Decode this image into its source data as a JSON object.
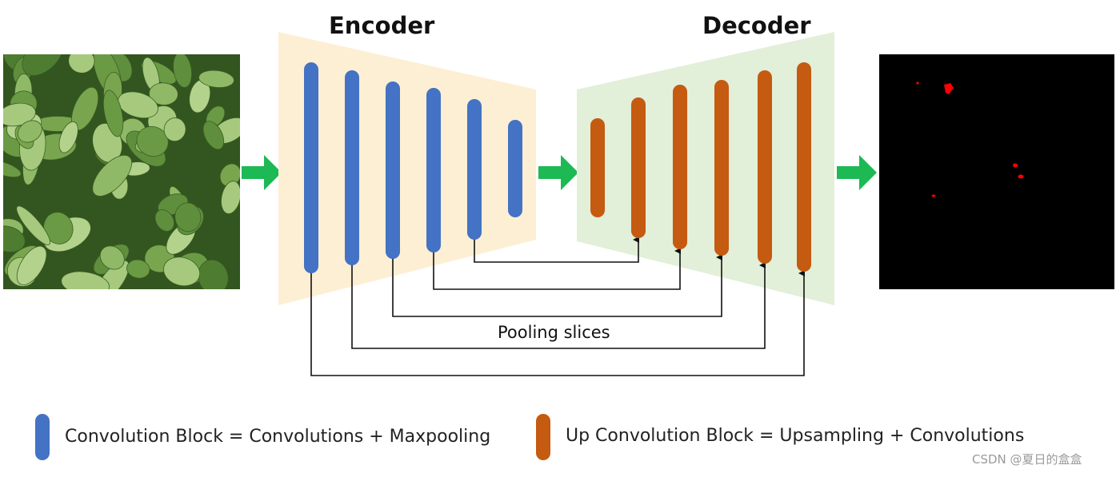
{
  "titles": {
    "encoder": "Encoder",
    "decoder": "Decoder"
  },
  "pooling_label": "Pooling slices",
  "legend": {
    "encoder_block": "Convolution Block = Convolutions + Maxpooling",
    "decoder_block": "Up Convolution Block =  Upsampling + Convolutions"
  },
  "watermark": "CSDN @夏日的盒盒",
  "colors": {
    "encoder_block": "#4472c4",
    "decoder_block": "#c55a11",
    "encoder_bg": "#fdefd4",
    "decoder_bg": "#e2efd9",
    "arrow": "#1db954",
    "output_bg": "#000000",
    "mask": "#ff0000",
    "leaf_dark": "#3f6a2c",
    "leaf_light": "#a9cc7c"
  },
  "icons": {
    "input": "leaf-photo-icon",
    "output": "segmentation-mask-icon",
    "flow_arrow": "green-right-arrow-icon"
  }
}
